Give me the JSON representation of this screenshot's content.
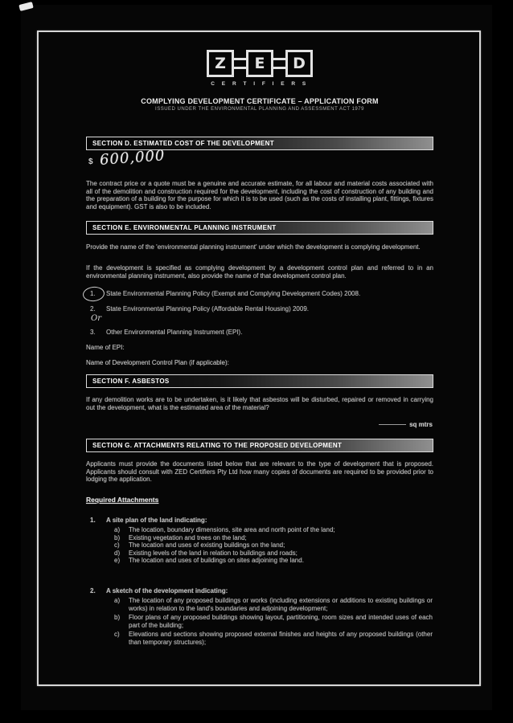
{
  "logo": {
    "l1": "Z",
    "l2": "E",
    "l3": "D",
    "subtitle": "C E R T I F I E R S"
  },
  "header": {
    "title": "COMPLYING DEVELOPMENT CERTIFICATE – APPLICATION FORM",
    "subtitle": "ISSUED UNDER THE ENVIRONMENTAL PLANNING AND ASSESSMENT ACT 1979"
  },
  "section_d": {
    "header": "SECTION D. ESTIMATED COST OF THE DEVELOPMENT",
    "currency_symbol": "$",
    "cost_value": "600,000",
    "body": "The contract price or a quote must be a genuine and accurate estimate, for all labour and material costs associated with all of the demolition and construction required for the development, including the cost of construction of any building and the preparation of a building for the purpose for which it is to be used (such as the costs of installing plant, fittings, fixtures and equipment). GST is also to be included."
  },
  "section_e": {
    "header": "SECTION E. ENVIRONMENTAL PLANNING INSTRUMENT",
    "intro": "Provide the name of the 'environmental planning instrument' under which the development is complying development.",
    "note": "If the development is specified as complying development by a development control plan and referred to in an environmental planning instrument, also provide the name of that development control plan.",
    "options": [
      {
        "num": "1.",
        "text": "State Environmental Planning Policy (Exempt and Complying Development Codes) 2008."
      },
      {
        "num": "2.",
        "text": "State Environmental Planning Policy (Affordable Rental Housing) 2009."
      },
      {
        "num": "3.",
        "text": "Other Environmental Planning Instrument (EPI)."
      }
    ],
    "or_label": "Or",
    "epi_label": "Name of EPI:",
    "dcp_label": "Name of Development Control Plan (if applicable):"
  },
  "section_f": {
    "header": "SECTION F. ASBESTOS",
    "body": "If any demolition works are to be undertaken, is it likely that asbestos will be disturbed, repaired or removed in carrying out the development, what is the estimated area of the material?",
    "area_unit": "sq mtrs"
  },
  "section_g": {
    "header": "SECTION G. ATTACHMENTS RELATING TO THE PROPOSED DEVELOPMENT",
    "body": "Applicants must provide the documents listed below that are relevant to the type of development that is proposed. Applicants should consult with ZED Certifiers Pty Ltd how many copies of documents are required to be provided prior to lodging the application.",
    "required_heading": "Required Attachments",
    "attachment1": {
      "num": "1.",
      "heading": "A site plan of the land indicating:",
      "items": [
        {
          "label": "a)",
          "text": "The location, boundary dimensions, site area and north point of the land;"
        },
        {
          "label": "b)",
          "text": "Existing vegetation and trees on the land;"
        },
        {
          "label": "c)",
          "text": "The location and uses of existing buildings on the land;"
        },
        {
          "label": "d)",
          "text": "Existing levels of the land in relation to buildings and roads;"
        },
        {
          "label": "e)",
          "text": "The location and uses of buildings on sites adjoining the land."
        }
      ]
    },
    "attachment2": {
      "num": "2.",
      "heading": "A sketch of the development indicating:",
      "items": [
        {
          "label": "a)",
          "text": "The location of any proposed buildings or works (including extensions or additions to existing buildings or works) in relation to the land's boundaries and adjoining development;"
        },
        {
          "label": "b)",
          "text": "Floor plans of any proposed buildings showing layout, partitioning, room sizes and intended uses of each part of the building;"
        },
        {
          "label": "c)",
          "text": "Elevations and sections showing proposed external finishes and heights of any proposed buildings (other than temporary structures);"
        }
      ]
    }
  }
}
